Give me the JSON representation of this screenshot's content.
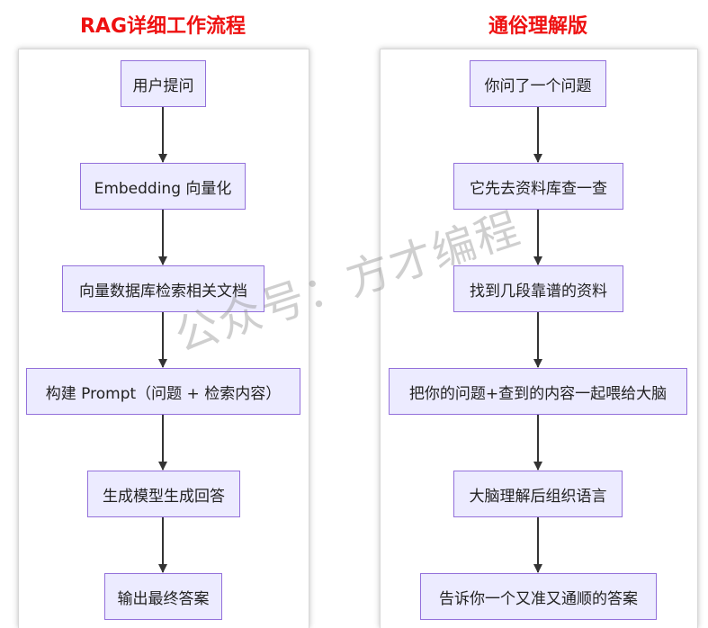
{
  "left": {
    "title": "RAG详细工作流程",
    "nodes": [
      "用户提问",
      "Embedding 向量化",
      "向量数据库检索相关文档",
      "构建 Prompt（问题 + 检索内容）",
      "生成模型生成回答",
      "输出最终答案"
    ]
  },
  "right": {
    "title": "通俗理解版",
    "nodes": [
      "你问了一个问题",
      "它先去资料库查一查",
      "找到几段靠谱的资料",
      "把你的问题+查到的内容一起喂给大脑",
      "大脑理解后组织语言",
      "告诉你一个又准又通顺的答案"
    ]
  },
  "watermark": "公众号：方才编程",
  "colors": {
    "title": "#ee1111",
    "node_fill": "#ecebff",
    "node_border": "#9370db",
    "arrow": "#333333"
  }
}
